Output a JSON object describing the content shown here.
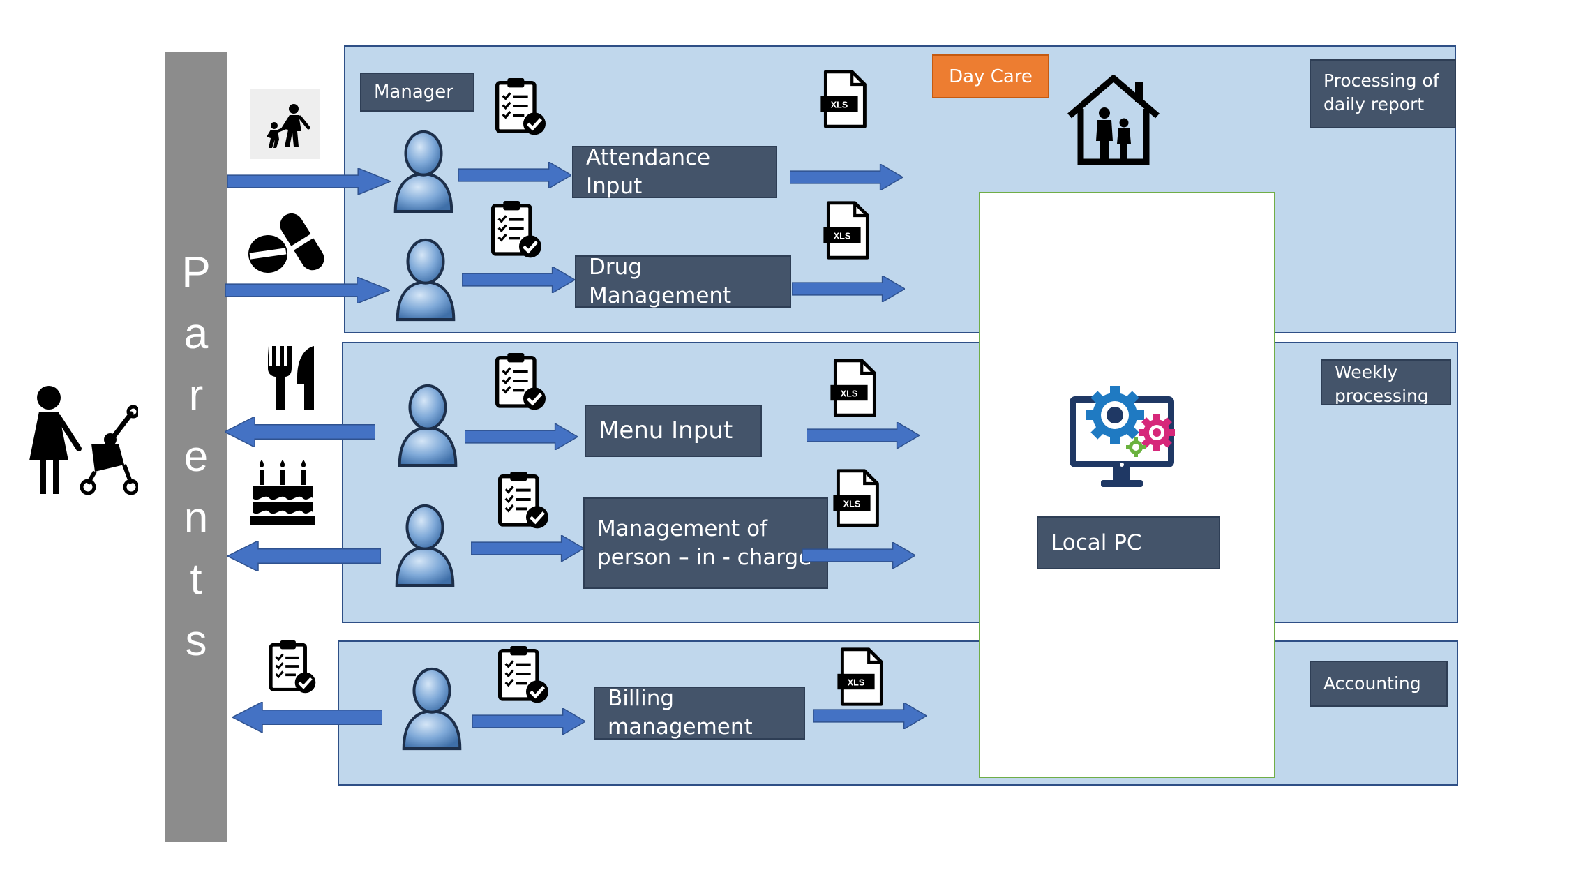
{
  "diagram": {
    "parents_label": "Parents",
    "manager_label": "Manager",
    "daycare_label": "Day Care",
    "local_pc_label": "Local PC",
    "processes": {
      "attendance": "Attendance Input",
      "drug": "Drug Management",
      "menu": "Menu Input",
      "person_in_charge": "Management of person – in - charge",
      "billing": "Billing management"
    },
    "sections": {
      "daily": "Processing of daily report",
      "weekly": "Weekly processing",
      "accounting": "Accounting"
    },
    "file_badge": "XLS"
  },
  "colors": {
    "band_fill": "#c0d7ec",
    "band_border": "#2e4f86",
    "label_fill": "#44546a",
    "arrow": "#4472c4",
    "accent_orange": "#ed7d31",
    "pc_border": "#70ad47",
    "parents_bar": "#8c8c8c"
  },
  "icons": {
    "mother": "mother-with-stroller-icon",
    "walking": "parent-child-walking-icon",
    "pills": "pills-icon",
    "cutlery": "fork-knife-icon",
    "cake": "birthday-cake-icon",
    "checklist": "clipboard-checklist-icon",
    "xls": "xls-file-icon",
    "house": "family-house-icon",
    "computer": "computer-gears-icon",
    "person": "person-icon"
  }
}
